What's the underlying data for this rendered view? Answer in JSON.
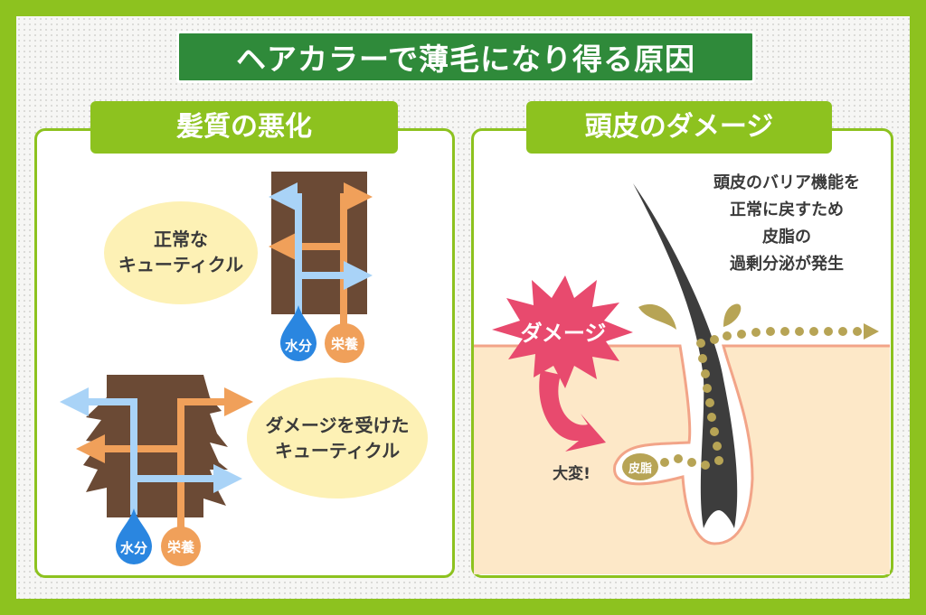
{
  "title": "ヘアカラーで薄毛になり得る原因",
  "left": {
    "heading": "髪質の悪化",
    "normal_label": [
      "正常な",
      "キューティクル"
    ],
    "damaged_label": [
      "ダメージを受けた",
      "キューティクル"
    ],
    "water": "水分",
    "nutrition": "栄養"
  },
  "right": {
    "heading": "頭皮のダメージ",
    "note": [
      "頭皮のバリア機能を",
      "正常に戻すため",
      "皮脂の",
      "過剰分泌が発生"
    ],
    "damage": "ダメージ",
    "alert": "大変!",
    "sebum": "皮脂"
  },
  "colors": {
    "frame": "#8dc21f",
    "title_bg": "#2f8a3a",
    "hair_shaft": "#6b4a35",
    "water": "#a9d3f7",
    "nutrition": "#f0a05a",
    "water_drop": "#2a86e0",
    "bubble": "#fdf1b5",
    "skin": "#fde8c8",
    "skin_line": "#f2a488",
    "damage": "#e84a6e",
    "sebum": "#b7a455",
    "hair": "#3d3d3d"
  }
}
